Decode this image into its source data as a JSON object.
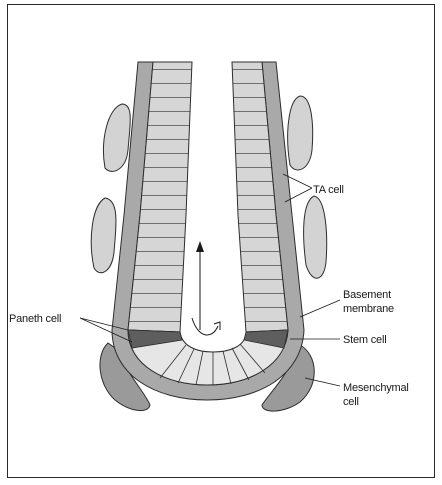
{
  "labels": {
    "ta_cell": "TA cell",
    "basement_membrane_line1": "Basement",
    "basement_membrane_line2": "membrane",
    "paneth_cell": "Paneth cell",
    "stem_cell": "Stem cell",
    "mesenchymal_cell_line1": "Mesenchymal",
    "mesenchymal_cell_line2": "cell"
  },
  "colors": {
    "membrane": "#a9a9a9",
    "epithelium": "#cfcfcf",
    "stem_band": "#5e5e5e",
    "mesenchyme": "#9a9a9a",
    "outline": "#2d2d2d"
  },
  "icons": {
    "arrow_up": "upward-migration-arrow",
    "arrow_curved": "curved-arrow"
  }
}
